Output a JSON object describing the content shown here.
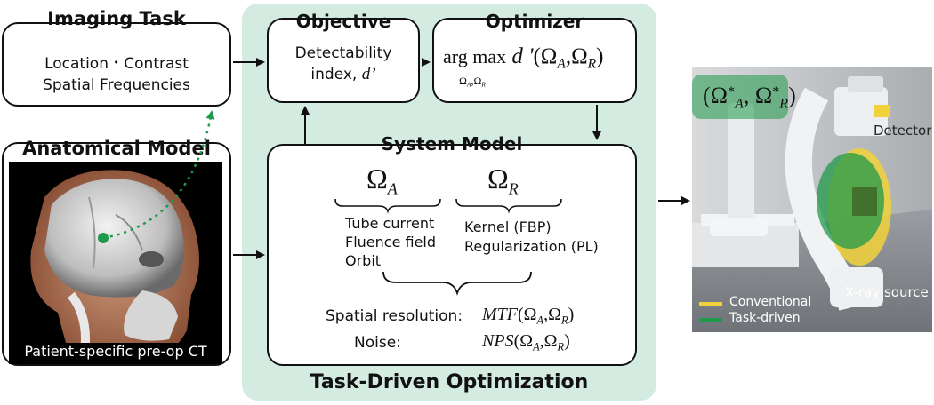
{
  "imaging_task": {
    "title": "Imaging Task",
    "line1_a": "Location",
    "line1_sep": "•",
    "line1_b": "Contrast",
    "line2": "Spatial Frequencies"
  },
  "anatomical_model": {
    "title": "Anatomical Model",
    "caption": "Patient-specific pre-op CT"
  },
  "objective": {
    "title": "Objective",
    "line1": "Detectability",
    "line2_prefix": "index,",
    "line2_symbol": "d’"
  },
  "optimizer": {
    "title": "Optimizer",
    "argmax": "arg max",
    "d_prime": "d '",
    "lparen": "(",
    "omega": "Ω",
    "sub_a": "A",
    "comma": ",",
    "sub_r": "R",
    "rparen": ")",
    "under": "Ω",
    "under_a": "A",
    "under_comma": ",Ω",
    "under_r": "R"
  },
  "system_model": {
    "title": "System Model",
    "omega_a": "Ω",
    "omega_a_sub": "A",
    "omega_r": "Ω",
    "omega_r_sub": "R",
    "acq_params": [
      "Tube current",
      "Fluence field",
      "Orbit"
    ],
    "recon_params": [
      "Kernel (FBP)",
      "Regularization (PL)"
    ],
    "spatial_label": "Spatial resolution:",
    "spatial_fn": "MTF",
    "noise_label": "Noise:",
    "noise_fn": "NPS",
    "arg_open": "(Ω",
    "arg_a": "A",
    "arg_mid": ",Ω",
    "arg_r": "R",
    "arg_close": ")"
  },
  "footer": {
    "title": "Task-Driven Optimization"
  },
  "system_photo": {
    "opt_label_open": "(Ω",
    "opt_label_star": "*",
    "opt_label_a": "A",
    "opt_label_mid": ", Ω",
    "opt_label_star2": "*",
    "opt_label_r": "R",
    "opt_label_close": ")",
    "detector_label": "Detector",
    "source_label": "X-ray source",
    "legend": [
      {
        "label": "Conventional",
        "color": "#f2d23a"
      },
      {
        "label": "Task-driven",
        "color": "#1f9a4a"
      }
    ]
  },
  "colors": {
    "panel_bg": "#d3ebe0",
    "accent_green": "#1f9a4a",
    "conventional_yellow": "#f2d23a",
    "border": "#111111"
  }
}
